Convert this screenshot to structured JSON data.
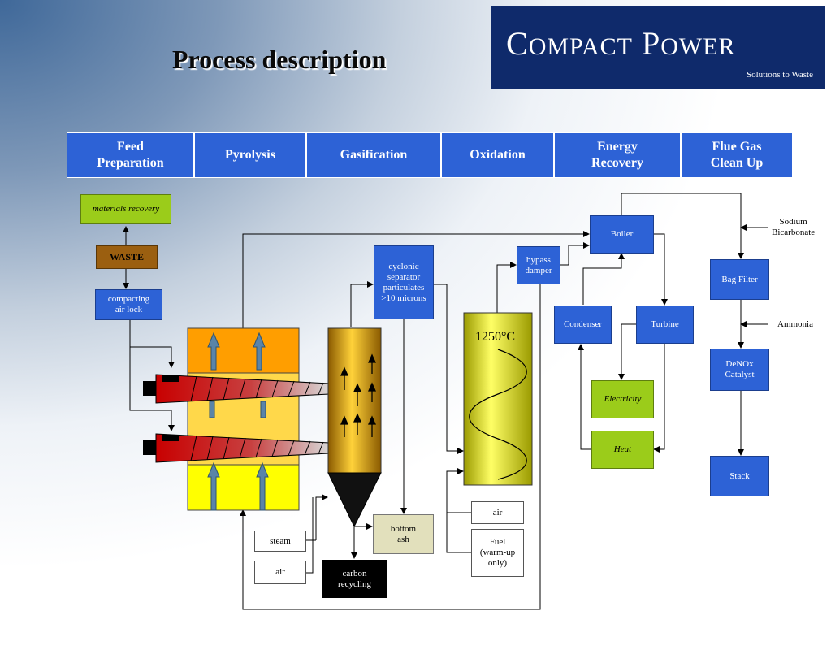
{
  "page": {
    "title": "Process description"
  },
  "logo": {
    "name": "Compact Power",
    "tagline": "Solutions to Waste",
    "bg_color": "#0f2a6b"
  },
  "stages": [
    {
      "label": "Feed\nPreparation"
    },
    {
      "label": "Pyrolysis"
    },
    {
      "label": "Gasification"
    },
    {
      "label": "Oxidation"
    },
    {
      "label": "Energy\nRecovery"
    },
    {
      "label": "Flue Gas\nClean Up"
    }
  ],
  "nodes": {
    "materials_recovery": "materials recovery",
    "waste": "WASTE",
    "compacting_air_lock": "compacting\nair lock",
    "cyclonic_separator": "cyclonic\nseparator\nparticulates\n>10 microns",
    "bypass_damper": "bypass\ndamper",
    "temperature": "1250°C",
    "boiler": "Boiler",
    "condenser": "Condenser",
    "turbine": "Turbine",
    "electricity": "Electricity",
    "heat": "Heat",
    "bag_filter": "Bag Filter",
    "denox_catalyst": "DeNOx\nCatalyst",
    "stack": "Stack",
    "bottom_ash": "bottom\nash",
    "carbon_recycling": "carbon\nrecycling",
    "steam": "steam",
    "air_left": "air",
    "air_right": "air",
    "fuel": "Fuel\n(warm-up\nonly)"
  },
  "inputs": {
    "sodium_bicarbonate": "Sodium\nBicarbonate",
    "ammonia": "Ammonia"
  },
  "colors": {
    "stage_blue": "#2d62d6",
    "process_green": "#9bcc1a",
    "waste_brown": "#9b5f10",
    "retort_orange": "#ff9e00",
    "retort_yellow": "#ffff00",
    "gasifier_gold": "#c88f0a",
    "screw_red": "#c80000"
  }
}
